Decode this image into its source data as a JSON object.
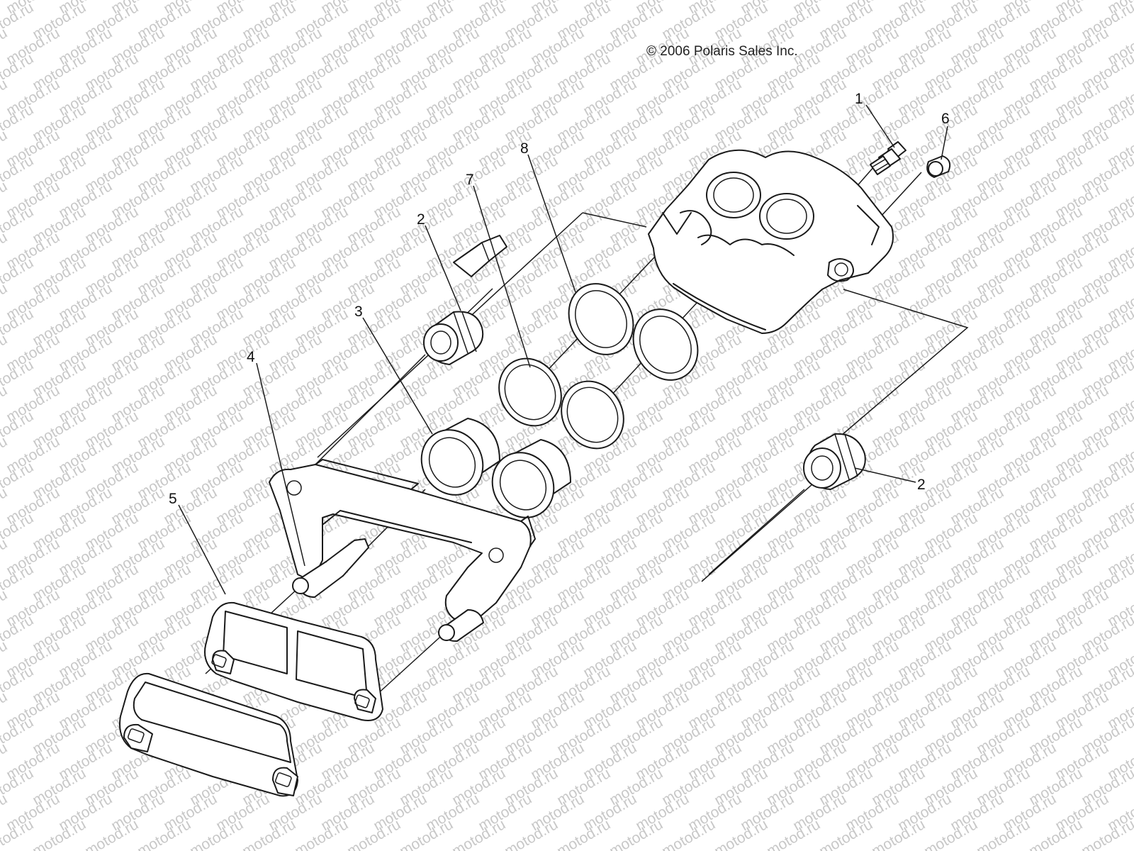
{
  "copyright": "© 2006 Polaris Sales Inc.",
  "watermark": "motod.ru",
  "callouts": [
    {
      "id": "1",
      "label": "1"
    },
    {
      "id": "6",
      "label": "6"
    },
    {
      "id": "8",
      "label": "8"
    },
    {
      "id": "7",
      "label": "7"
    },
    {
      "id": "2a",
      "label": "2"
    },
    {
      "id": "3",
      "label": "3"
    },
    {
      "id": "4",
      "label": "4"
    },
    {
      "id": "5",
      "label": "5"
    },
    {
      "id": "2b",
      "label": "2"
    }
  ],
  "colors": {
    "line": "#1a1a1a",
    "watermark": "#c8c8c8",
    "background": "#ffffff"
  }
}
